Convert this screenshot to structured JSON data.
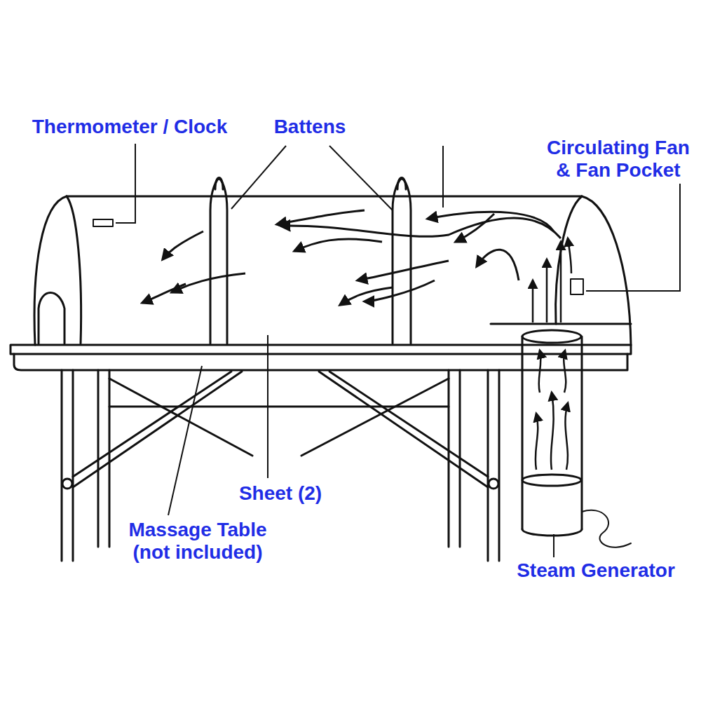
{
  "diagram": {
    "labels": [
      "Thermometer / Clock",
      "Battens",
      "Circulating Fan & Fan Pocket",
      "Sheet (2)",
      "Massage Table (not included)",
      "Steam Generator"
    ]
  }
}
